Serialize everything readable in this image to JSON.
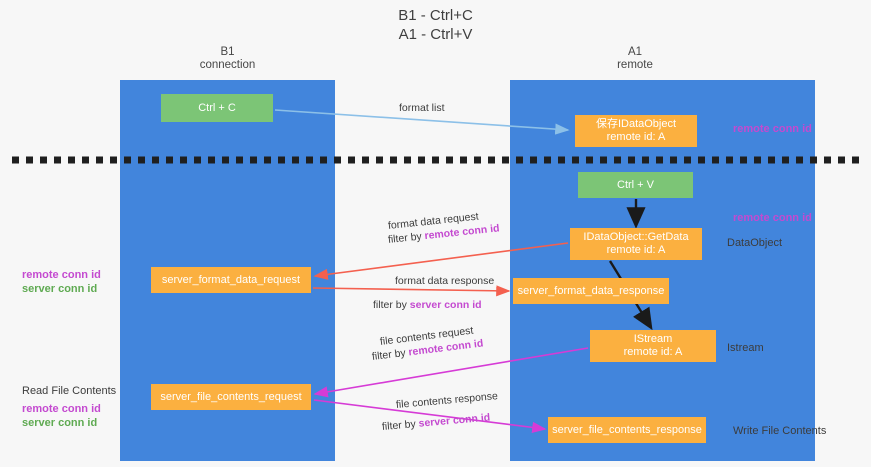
{
  "diagram": {
    "title_line1": "B1 - Ctrl+C",
    "title_line2": "A1 - Ctrl+V",
    "lanes": [
      {
        "name": "B1",
        "sub": "connection"
      },
      {
        "name": "A1",
        "sub": "remote"
      }
    ],
    "nodes": {
      "ctrl_c": "Ctrl + C",
      "idataobject_line1": "保存IDataObject",
      "idataobject_line2": "remote id: A",
      "ctrl_v": "Ctrl + V",
      "getdata_line1": "IDataObject::GetData",
      "getdata_line2": "remote id: A",
      "server_format_data_request": "server_format_data_request",
      "server_format_data_response": "server_format_data_response",
      "istream_line1": "IStream",
      "istream_line2": "remote id: A",
      "server_file_contents_request": "server_file_contents_request",
      "server_file_contents_response": "server_file_contents_response"
    },
    "edge_labels": {
      "format_list": "format list",
      "format_data_request": "format data request",
      "format_data_request_filter_prefix": "filter by ",
      "format_data_request_filter_key": "remote conn id",
      "format_data_response": "format data response",
      "format_data_response_filter_prefix": "filter by ",
      "format_data_response_filter_key": "server conn id",
      "file_contents_request": "file contents request",
      "file_contents_request_filter_prefix": "filter by ",
      "file_contents_request_filter_key": "remote conn id",
      "file_contents_response": "file contents response",
      "file_contents_response_filter_prefix": "filter by ",
      "file_contents_response_filter_key": "server conn id"
    },
    "right_annotations": {
      "remote_conn_id_top": "remote conn id",
      "remote_conn_id_mid": "remote conn id",
      "dataobject": "DataObject",
      "istream": "Istream",
      "write_file_contents": "Write File Contents"
    },
    "left_annotations": {
      "remote_conn_id_1": "remote conn id",
      "server_conn_id_1": "server conn id",
      "read_file_contents": "Read File Contents",
      "remote_conn_id_2": "remote conn id",
      "server_conn_id_2": "server conn id"
    },
    "colors": {
      "lane": "#4285dc",
      "green_node": "#7cc576",
      "orange_node": "#fbb040",
      "purple_text": "#c44ad0",
      "green_text": "#5faa52",
      "arrow_light_blue": "#8cc0e8",
      "arrow_red": "#f4604f",
      "arrow_magenta": "#d63bd6",
      "arrow_black": "#1a1a1a",
      "background": "#f7f7f7"
    }
  }
}
